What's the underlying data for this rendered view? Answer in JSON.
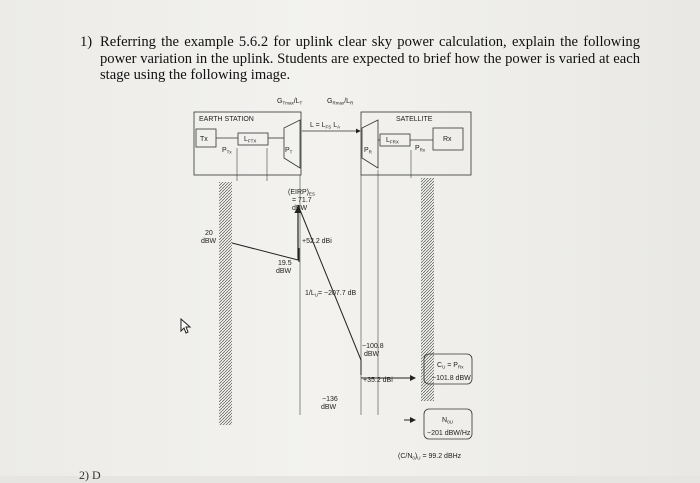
{
  "question": {
    "number": "1)",
    "text": "Referring the example 5.6.2 for uplink clear sky power calculation, explain the following power variation in the uplink. Students are expected to brief how the power is varied at each stage using the following image."
  },
  "diagram": {
    "top_labels": {
      "g_tmax": "G",
      "g_tmax_sub": "Tmax",
      "l_t": "/L",
      "l_t_sub": "T",
      "g_rmax": "G",
      "g_rmax_sub": "Rmax",
      "l_r": "/L",
      "l_r_sub": "R"
    },
    "earth_station": "EARTH STATION",
    "satellite": "SATELLITE",
    "tx": "Tx",
    "rx": "Rx",
    "l_ftx": "L",
    "l_ftx_sub": "FTX",
    "l_frx": "L",
    "l_frx_sub": "FRX",
    "p_tx": "P",
    "p_tx_sub": "Tx",
    "p_t": "P",
    "p_t_sub": "T",
    "p_r": "P",
    "p_r_sub": "R",
    "p_rx": "P",
    "p_rx_sub": "Rx",
    "path_loss": "L = L",
    "path_loss_fs_sub": "FS",
    "path_loss_a": "L",
    "path_loss_a_sub": "A",
    "eirp_1": "(EIRP)",
    "eirp_1_sub": "ES",
    "eirp_2": "= 71.7",
    "eirp_3": "dBW",
    "tx_power_1": "20",
    "tx_power_2": "dBW",
    "ant_gain_tx": "+52.2 dBi",
    "after_feeder_1": "19.5",
    "after_feeder_2": "dBW",
    "loss_label": "1/L",
    "loss_label_sub": "U",
    "loss_value": "= −207.7 dB",
    "rx_before_1": "−100.8",
    "rx_before_2": "dBW",
    "ant_gain_rx": "+35.2 dBi",
    "noise_level_1": "−136",
    "noise_level_2": "dBW",
    "carrier_1": "C",
    "carrier_1_sub": "U",
    "carrier_1b": " = P",
    "carrier_1b_sub": "Rx",
    "carrier_2": "−101.8 dBW",
    "noise_1": "N",
    "noise_1_sub": "0U",
    "noise_2": "−201 dBW/Hz",
    "cn0_1": "(C/N",
    "cn0_1_sub": "0",
    "cn0_1b": ")",
    "cn0_1b_sub": "U",
    "cn0_2": " = 99.2 dBHz"
  },
  "footer": "2) D"
}
